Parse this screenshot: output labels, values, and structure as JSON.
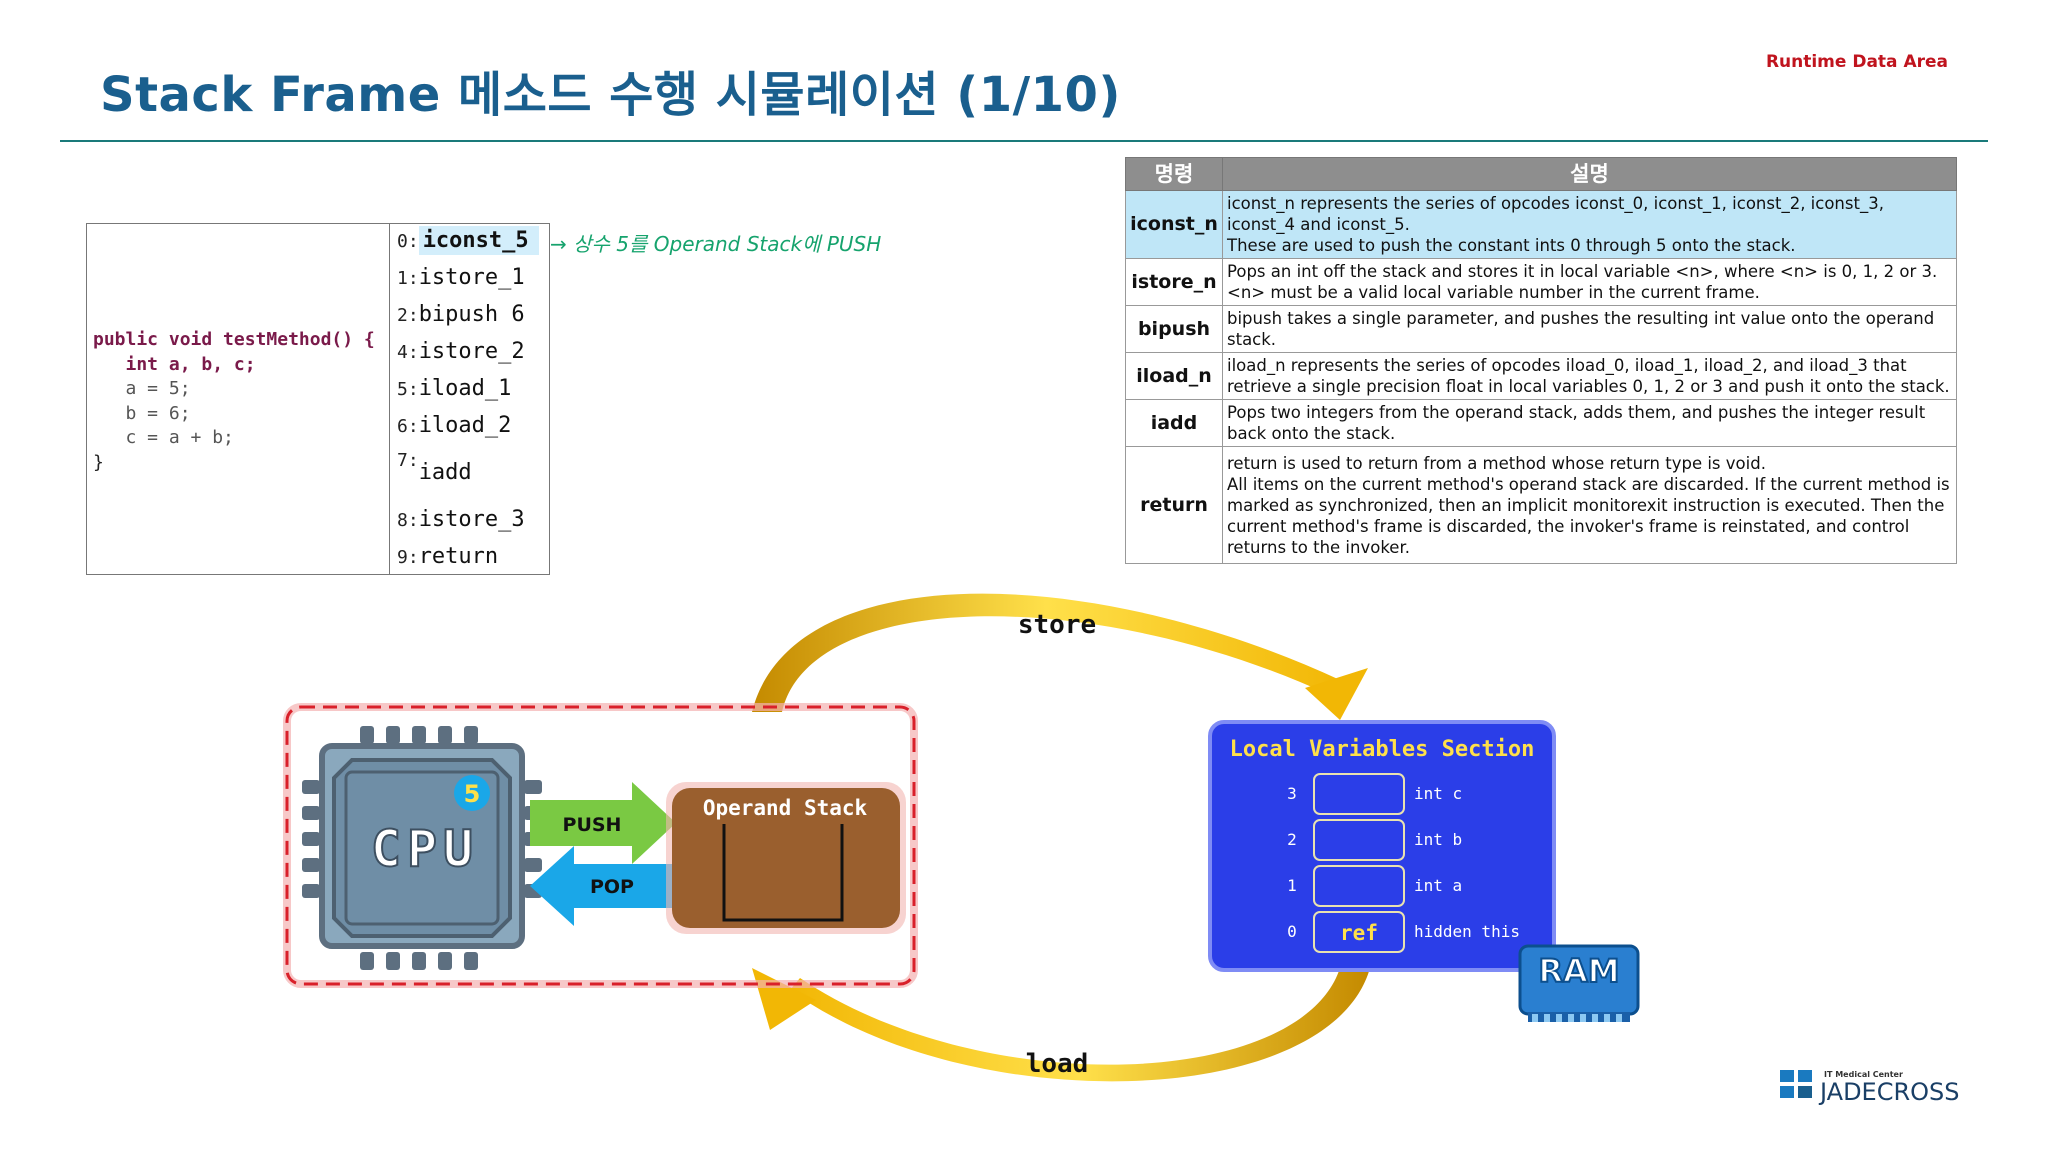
{
  "header": {
    "title": "Stack Frame 메소드 수행 시뮬레이션 (1/10)",
    "section_tag": "Runtime Data Area"
  },
  "code": {
    "source_lines": [
      "public void testMethod() {",
      "   int a, b, c;",
      "   a = 5;",
      "   b = 6;",
      "   c = a + b;",
      "}"
    ],
    "bytecode": [
      {
        "index": "0:",
        "op": "iconst_5",
        "current": true
      },
      {
        "index": "1:",
        "op": "istore_1"
      },
      {
        "index": "2:",
        "op": "bipush 6"
      },
      {
        "index": "4:",
        "op": "istore_2"
      },
      {
        "index": "5:",
        "op": "iload_1"
      },
      {
        "index": "6:",
        "op": "iload_2"
      },
      {
        "index": "7:",
        "op": "iadd"
      },
      {
        "index": "8:",
        "op": "istore_3"
      },
      {
        "index": "9:",
        "op": "return"
      }
    ],
    "annotation": "→ 상수 5를 Operand Stack에 PUSH"
  },
  "opcode_table": {
    "headers": [
      "명령",
      "설명"
    ],
    "rows": [
      {
        "name": "iconst_n",
        "highlight": true,
        "desc": [
          "iconst_n represents the series of opcodes iconst_0, iconst_1, iconst_2, iconst_3, iconst_4 and iconst_5.",
          "These are used to push the constant ints 0 through 5 onto the stack."
        ]
      },
      {
        "name": "istore_n",
        "desc": [
          "Pops an int off the stack and stores it in local variable <n>, where <n> is 0, 1, 2 or 3. <n> must be a valid local variable number in the current frame."
        ]
      },
      {
        "name": "bipush",
        "desc": [
          "bipush takes a single parameter, and pushes the resulting int value onto the operand stack."
        ]
      },
      {
        "name": "iload_n",
        "desc": [
          "iload_n represents the series of opcodes iload_0, iload_1, iload_2, and iload_3 that retrieve a single precision float in local variables 0, 1, 2 or 3 and push it onto the stack."
        ]
      },
      {
        "name": "iadd",
        "desc": [
          "Pops two integers from the operand stack, adds them, and pushes the integer result back onto the stack."
        ]
      },
      {
        "name": "return",
        "desc": [
          "return is used to return from a method whose return type is void.",
          "All items on the current method's operand stack are discarded. If the current method is marked as synchronized, then an implicit monitorexit instruction is executed. Then the current method's frame is discarded, the invoker's frame is reinstated, and control returns to the invoker."
        ]
      }
    ]
  },
  "diagram": {
    "store_label": "store",
    "load_label": "load",
    "cpu_label": "CPU",
    "cpu_badge": "5",
    "push_label": "PUSH",
    "pop_label": "POP",
    "operand_stack_label": "Operand Stack",
    "local_vars": {
      "title": "Local Variables Section",
      "slots": [
        {
          "index": "3",
          "value": "",
          "label": "int c"
        },
        {
          "index": "2",
          "value": "",
          "label": "int b"
        },
        {
          "index": "1",
          "value": "",
          "label": "int a"
        },
        {
          "index": "0",
          "value": "ref",
          "label": "hidden this"
        }
      ]
    },
    "ram_label": "RAM"
  },
  "logo": {
    "top_line": "IT Medical Center",
    "name": "JADECROSS"
  },
  "colors": {
    "title": "#1a5f8e",
    "section_tag": "#c0141e",
    "highlight": "#bfe6f7",
    "annotation": "#16a36d",
    "local_vars_bg": "#2b3ee8",
    "operand_stack_bg": "#9a5f2e",
    "push_arrow": "#7ac943",
    "pop_arrow": "#1aa7e8",
    "cycle_arrow": "#f2b705"
  }
}
